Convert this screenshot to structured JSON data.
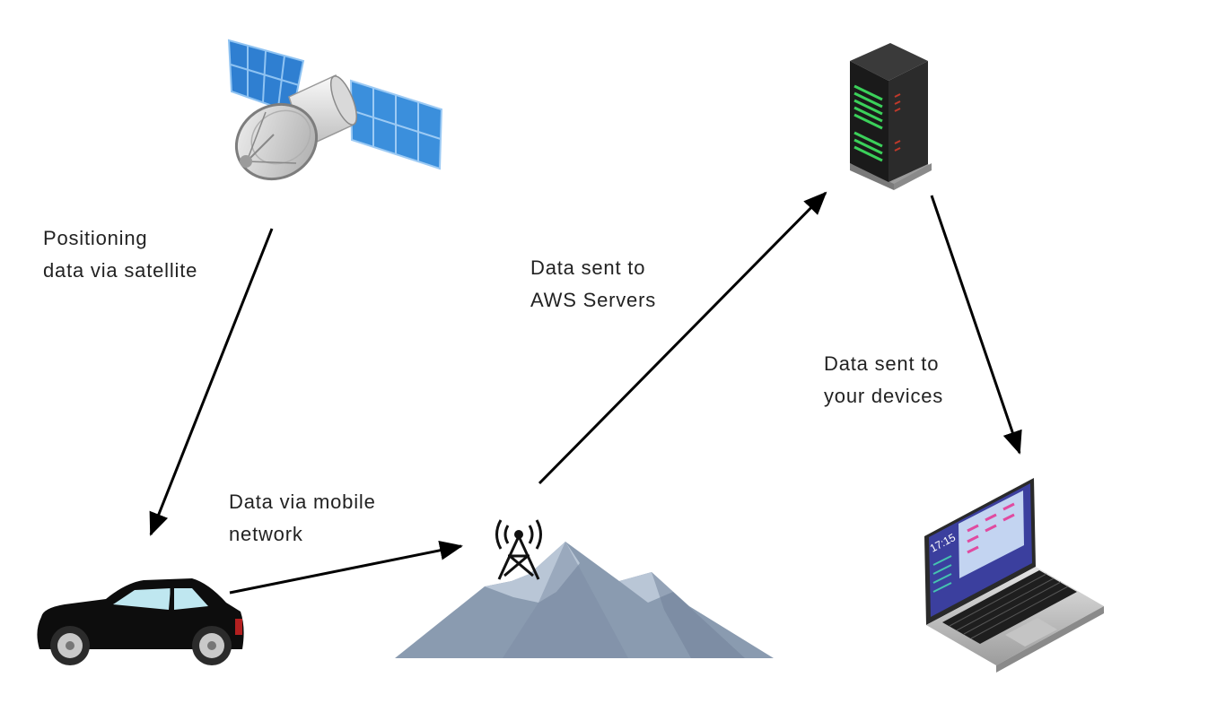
{
  "labels": {
    "satellite": [
      "Positioning",
      "data via satellite"
    ],
    "aws": [
      "Data sent to",
      "AWS Servers"
    ],
    "devices": [
      "Data sent to",
      "your devices"
    ],
    "mobile": [
      "Data via mobile",
      "network"
    ]
  },
  "laptop_screen": {
    "time": "17:15"
  },
  "colors": {
    "arrow": "#000000",
    "solar_panel": "#3b8fdc",
    "mountain": "#8a9bb0",
    "mountain_snow": "#b9c6d6",
    "car_body": "#0d0d0d",
    "car_window": "#bfe7f0",
    "server": "#1c1c1c",
    "server_led": "#3bd15a",
    "laptop_screen": "#3b3f9e"
  }
}
